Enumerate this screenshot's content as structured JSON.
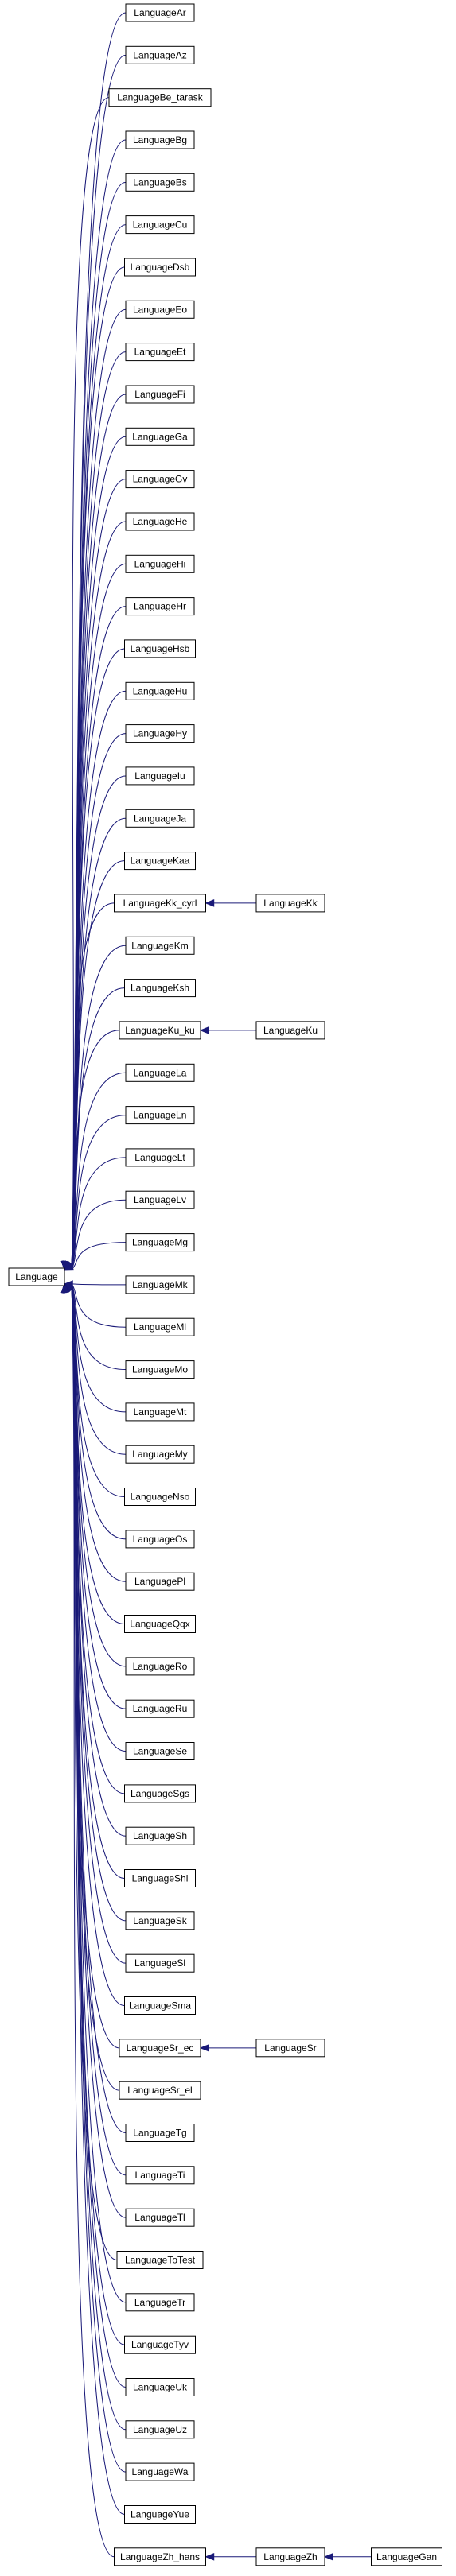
{
  "root": {
    "id": "Language",
    "label": "Language"
  },
  "children": [
    {
      "id": "LanguageAr",
      "label": "LanguageAr"
    },
    {
      "id": "LanguageAz",
      "label": "LanguageAz"
    },
    {
      "id": "LanguageBe_tarask",
      "label": "LanguageBe_tarask"
    },
    {
      "id": "LanguageBg",
      "label": "LanguageBg"
    },
    {
      "id": "LanguageBs",
      "label": "LanguageBs"
    },
    {
      "id": "LanguageCu",
      "label": "LanguageCu"
    },
    {
      "id": "LanguageDsb",
      "label": "LanguageDsb"
    },
    {
      "id": "LanguageEo",
      "label": "LanguageEo"
    },
    {
      "id": "LanguageEt",
      "label": "LanguageEt"
    },
    {
      "id": "LanguageFi",
      "label": "LanguageFi"
    },
    {
      "id": "LanguageGa",
      "label": "LanguageGa"
    },
    {
      "id": "LanguageGv",
      "label": "LanguageGv"
    },
    {
      "id": "LanguageHe",
      "label": "LanguageHe"
    },
    {
      "id": "LanguageHi",
      "label": "LanguageHi"
    },
    {
      "id": "LanguageHr",
      "label": "LanguageHr"
    },
    {
      "id": "LanguageHsb",
      "label": "LanguageHsb"
    },
    {
      "id": "LanguageHu",
      "label": "LanguageHu"
    },
    {
      "id": "LanguageHy",
      "label": "LanguageHy"
    },
    {
      "id": "LanguageIu",
      "label": "LanguageIu"
    },
    {
      "id": "LanguageJa",
      "label": "LanguageJa"
    },
    {
      "id": "LanguageKaa",
      "label": "LanguageKaa"
    },
    {
      "id": "LanguageKk_cyrl",
      "label": "LanguageKk_cyrl"
    },
    {
      "id": "LanguageKm",
      "label": "LanguageKm"
    },
    {
      "id": "LanguageKsh",
      "label": "LanguageKsh"
    },
    {
      "id": "LanguageKu_ku",
      "label": "LanguageKu_ku"
    },
    {
      "id": "LanguageLa",
      "label": "LanguageLa"
    },
    {
      "id": "LanguageLn",
      "label": "LanguageLn"
    },
    {
      "id": "LanguageLt",
      "label": "LanguageLt"
    },
    {
      "id": "LanguageLv",
      "label": "LanguageLv"
    },
    {
      "id": "LanguageMg",
      "label": "LanguageMg"
    },
    {
      "id": "LanguageMk",
      "label": "LanguageMk"
    },
    {
      "id": "LanguageMl",
      "label": "LanguageMl"
    },
    {
      "id": "LanguageMo",
      "label": "LanguageMo"
    },
    {
      "id": "LanguageMt",
      "label": "LanguageMt"
    },
    {
      "id": "LanguageMy",
      "label": "LanguageMy"
    },
    {
      "id": "LanguageNso",
      "label": "LanguageNso"
    },
    {
      "id": "LanguageOs",
      "label": "LanguageOs"
    },
    {
      "id": "LanguagePl",
      "label": "LanguagePl"
    },
    {
      "id": "LanguageQqx",
      "label": "LanguageQqx"
    },
    {
      "id": "LanguageRo",
      "label": "LanguageRo"
    },
    {
      "id": "LanguageRu",
      "label": "LanguageRu"
    },
    {
      "id": "LanguageSe",
      "label": "LanguageSe"
    },
    {
      "id": "LanguageSgs",
      "label": "LanguageSgs"
    },
    {
      "id": "LanguageSh",
      "label": "LanguageSh"
    },
    {
      "id": "LanguageShi",
      "label": "LanguageShi"
    },
    {
      "id": "LanguageSk",
      "label": "LanguageSk"
    },
    {
      "id": "LanguageSl",
      "label": "LanguageSl"
    },
    {
      "id": "LanguageSma",
      "label": "LanguageSma"
    },
    {
      "id": "LanguageSr_ec",
      "label": "LanguageSr_ec"
    },
    {
      "id": "LanguageSr_el",
      "label": "LanguageSr_el"
    },
    {
      "id": "LanguageTg",
      "label": "LanguageTg"
    },
    {
      "id": "LanguageTi",
      "label": "LanguageTi"
    },
    {
      "id": "LanguageTl",
      "label": "LanguageTl"
    },
    {
      "id": "LanguageToTest",
      "label": "LanguageToTest"
    },
    {
      "id": "LanguageTr",
      "label": "LanguageTr"
    },
    {
      "id": "LanguageTyv",
      "label": "LanguageTyv"
    },
    {
      "id": "LanguageUk",
      "label": "LanguageUk"
    },
    {
      "id": "LanguageUz",
      "label": "LanguageUz"
    },
    {
      "id": "LanguageWa",
      "label": "LanguageWa"
    },
    {
      "id": "LanguageYue",
      "label": "LanguageYue"
    },
    {
      "id": "LanguageZh_hans",
      "label": "LanguageZh_hans"
    }
  ],
  "grandchildren": [
    {
      "id": "LanguageKk",
      "label": "LanguageKk",
      "parent": "LanguageKk_cyrl"
    },
    {
      "id": "LanguageKu",
      "label": "LanguageKu",
      "parent": "LanguageKu_ku"
    },
    {
      "id": "LanguageSr",
      "label": "LanguageSr",
      "parent": "LanguageSr_ec"
    },
    {
      "id": "LanguageZh",
      "label": "LanguageZh",
      "parent": "LanguageZh_hans"
    }
  ],
  "great_grandchildren": [
    {
      "id": "LanguageGan",
      "label": "LanguageGan",
      "parent": "LanguageZh"
    }
  ],
  "colors": {
    "edge": "#1a1a78",
    "box_border": "#000000",
    "background": "#ffffff"
  }
}
